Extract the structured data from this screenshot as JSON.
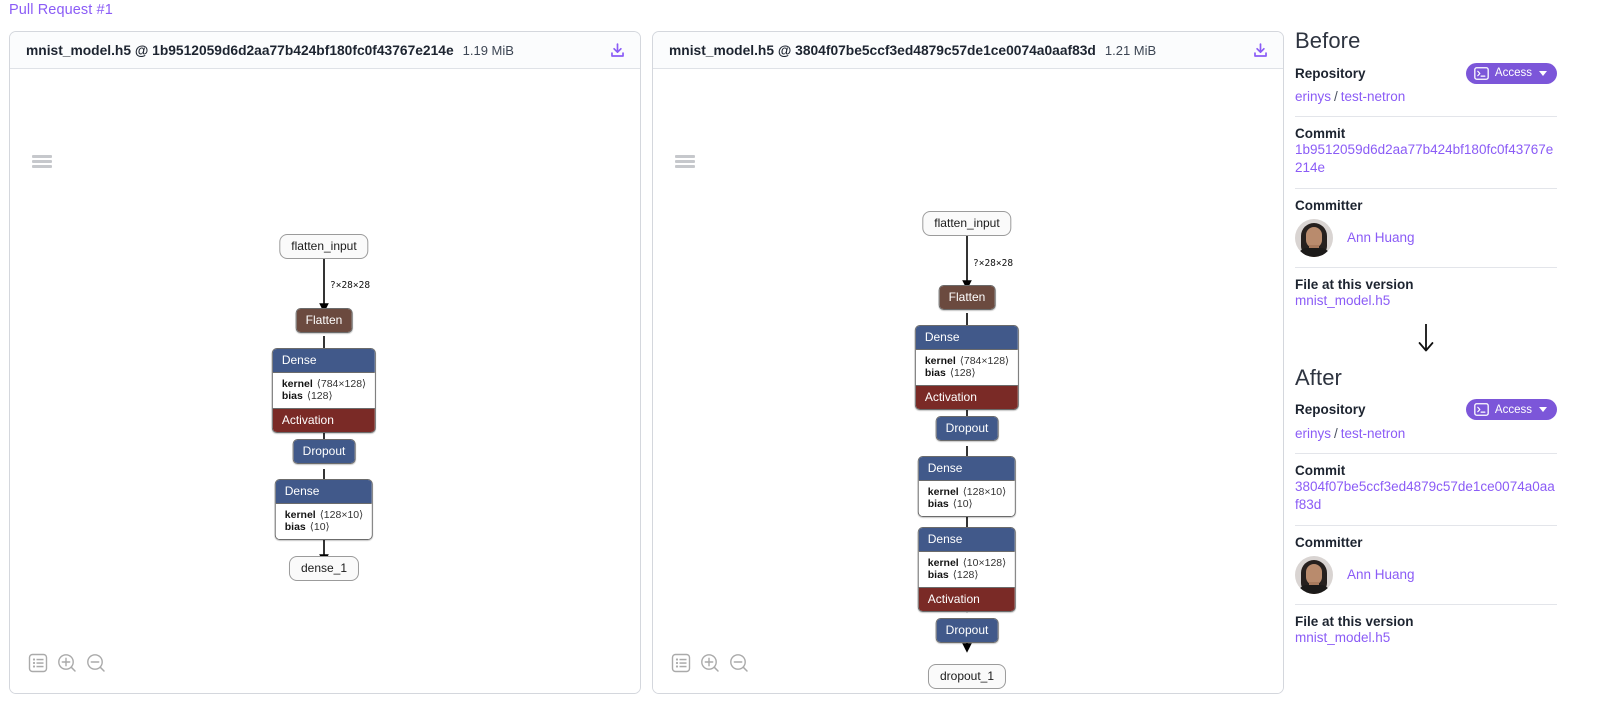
{
  "breadcrumb": {
    "pull_request": "Pull Request #1"
  },
  "panels": [
    {
      "id": "before",
      "file_name": "mnist_model.h5",
      "at": "@",
      "commit": "1b9512059d6d2aa77b424bf180fc0f43767e214e",
      "title": "mnist_model.h5 @ 1b9512059d6d2aa77b424bf180fc0f43767e214e",
      "size": "1.19 MiB",
      "download_icon": "download-icon",
      "menu_icon": "hamburger-icon",
      "tools": [
        "list-icon",
        "zoom-in-icon",
        "zoom-out-icon"
      ],
      "graph": {
        "edge_label": "?×28×28",
        "nodes": [
          {
            "name": "flatten_input",
            "type": "io"
          },
          {
            "name": "Flatten",
            "type": "flatten"
          },
          {
            "name": "Dense",
            "type": "dense",
            "kernel_key": "kernel",
            "kernel_value": "⟨784×128⟩",
            "bias_key": "bias",
            "bias_value": "⟨128⟩",
            "activation": "Activation"
          },
          {
            "name": "Dropout",
            "type": "dropout"
          },
          {
            "name": "Dense",
            "type": "dense",
            "kernel_key": "kernel",
            "kernel_value": "⟨128×10⟩",
            "bias_key": "bias",
            "bias_value": "⟨10⟩"
          },
          {
            "name": "dense_1",
            "type": "io"
          }
        ]
      }
    },
    {
      "id": "after",
      "file_name": "mnist_model.h5",
      "at": "@",
      "commit": "3804f07be5ccf3ed4879c57de1ce0074a0aaf83d",
      "title": "mnist_model.h5 @ 3804f07be5ccf3ed4879c57de1ce0074a0aaf83d",
      "size": "1.21 MiB",
      "download_icon": "download-icon",
      "menu_icon": "hamburger-icon",
      "tools": [
        "list-icon",
        "zoom-in-icon",
        "zoom-out-icon"
      ],
      "graph": {
        "edge_label": "?×28×28",
        "nodes": [
          {
            "name": "flatten_input",
            "type": "io"
          },
          {
            "name": "Flatten",
            "type": "flatten"
          },
          {
            "name": "Dense",
            "type": "dense",
            "kernel_key": "kernel",
            "kernel_value": "⟨784×128⟩",
            "bias_key": "bias",
            "bias_value": "⟨128⟩",
            "activation": "Activation"
          },
          {
            "name": "Dropout",
            "type": "dropout"
          },
          {
            "name": "Dense",
            "type": "dense",
            "kernel_key": "kernel",
            "kernel_value": "⟨128×10⟩",
            "bias_key": "bias",
            "bias_value": "⟨10⟩"
          },
          {
            "name": "Dense",
            "type": "dense",
            "kernel_key": "kernel",
            "kernel_value": "⟨10×128⟩",
            "bias_key": "bias",
            "bias_value": "⟨128⟩",
            "activation": "Activation"
          },
          {
            "name": "Dropout",
            "type": "dropout"
          },
          {
            "name": "dropout_1",
            "type": "io"
          }
        ]
      }
    }
  ],
  "sidebar": {
    "before": {
      "heading": "Before",
      "repository_label": "Repository",
      "access_label": "Access",
      "access_icon": "terminal-icon",
      "owner": "erinys",
      "separator": "/",
      "repo": "test-netron",
      "commit_label": "Commit",
      "commit_hash": "1b9512059d6d2aa77b424bf180fc0f43767e214e",
      "committer_label": "Committer",
      "committer_name": "Ann Huang",
      "file_label": "File at this version",
      "file_name": "mnist_model.h5"
    },
    "arrow": "↓",
    "after": {
      "heading": "After",
      "repository_label": "Repository",
      "access_label": "Access",
      "access_icon": "terminal-icon",
      "owner": "erinys",
      "separator": "/",
      "repo": "test-netron",
      "commit_label": "Commit",
      "commit_hash": "3804f07be5ccf3ed4879c57de1ce0074a0aaf83d",
      "committer_label": "Committer",
      "committer_name": "Ann Huang",
      "file_label": "File at this version",
      "file_name": "mnist_model.h5"
    }
  },
  "colors": {
    "accent": "#8b5cf6",
    "access_button": "#7c56d9",
    "node_dense": "#41598a",
    "node_flatten": "#6b4a3f",
    "node_activation": "#7a2a26",
    "panel_border": "#d4d7dd"
  }
}
